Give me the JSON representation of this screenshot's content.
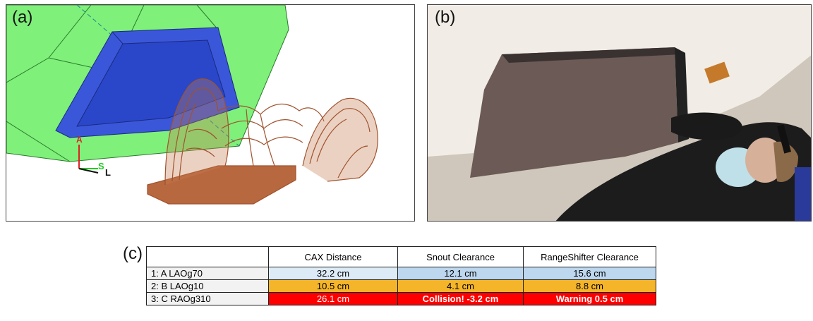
{
  "panel_a": {
    "label": "(a)",
    "axis_labels": {
      "a": "A",
      "s": "S",
      "l": "L"
    }
  },
  "panel_b": {
    "label": "(b)"
  },
  "panel_c": {
    "label": "(c)",
    "headers": [
      "",
      "CAX Distance",
      "Snout Clearance",
      "RangeShifter Clearance"
    ],
    "rows": [
      {
        "name": "1: A LAOg70",
        "cax": "32.2 cm",
        "snout": "12.1 cm",
        "range": "15.6 cm"
      },
      {
        "name": "2: B LAOg10",
        "cax": "10.5 cm",
        "snout": "4.1 cm",
        "range": "8.8 cm"
      },
      {
        "name": "3: C RAOg310",
        "cax": "26.1 cm",
        "snout": "Collision! -3.2 cm",
        "range": "Warning 0.5 cm"
      }
    ],
    "colors": {
      "light_blue": "#ddebf7",
      "blue": "#bdd7ee",
      "orange": "#f5b52a",
      "red": "#ff0000"
    }
  }
}
